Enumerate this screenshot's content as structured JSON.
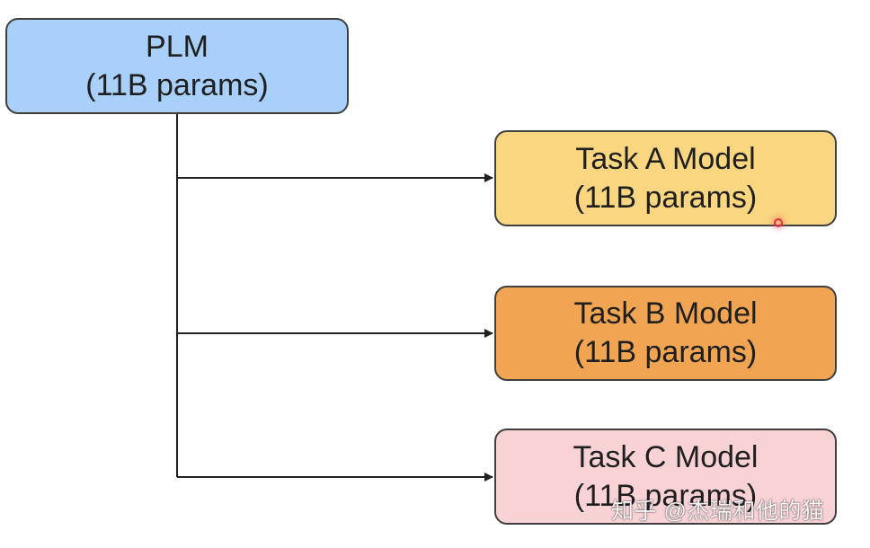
{
  "colors": {
    "plm_fill": "#a8d0fb",
    "task_a_fill": "#fad681",
    "task_b_fill": "#f1a552",
    "task_c_fill": "#f8d2d5",
    "stroke": "#3f3f3f",
    "connector": "#222222"
  },
  "nodes": {
    "plm": {
      "line1": "PLM",
      "line2": "(11B params)"
    },
    "task_a": {
      "line1": "Task A Model",
      "line2": "(11B params)"
    },
    "task_b": {
      "line1": "Task B Model",
      "line2": "(11B params)"
    },
    "task_c": {
      "line1": "Task C Model",
      "line2": "(11B params)"
    }
  },
  "edges": [
    {
      "from": "plm",
      "to": "task_a"
    },
    {
      "from": "plm",
      "to": "task_b"
    },
    {
      "from": "plm",
      "to": "task_c"
    }
  ],
  "watermark": "知乎 @杰瑞和他的猫"
}
